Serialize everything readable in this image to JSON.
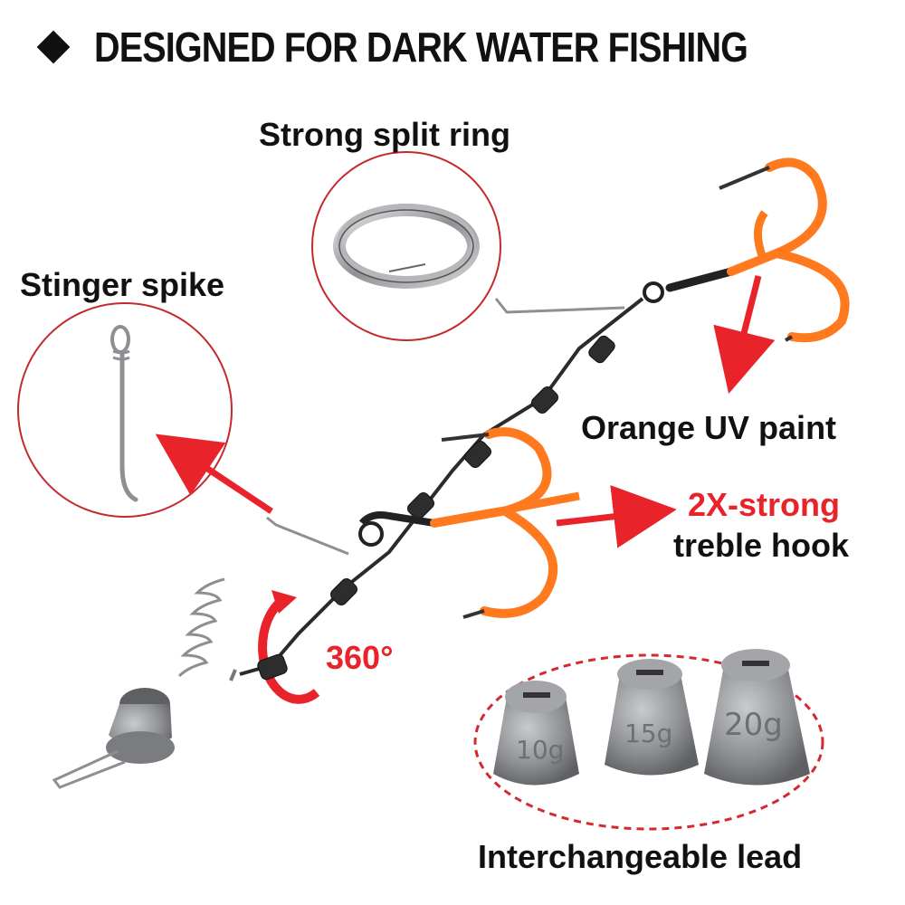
{
  "header": {
    "title": "DESIGNED FOR DARK WATER FISHING",
    "bullet_icon": "diamond-icon"
  },
  "labels": {
    "split_ring": "Strong split ring",
    "stinger_spike": "Stinger spike",
    "uv_paint": "Orange UV paint",
    "strong": "2X-strong",
    "treble_hook": "treble hook",
    "rotation": "360°",
    "lead": "Interchangeable lead"
  },
  "weights": {
    "small": "10g",
    "medium": "15g",
    "large": "20g"
  },
  "colors": {
    "accent_red": "#e8232a",
    "hook_orange": "#ff7a1f",
    "metal_gray": "#8a8c8f",
    "text": "#111111"
  }
}
